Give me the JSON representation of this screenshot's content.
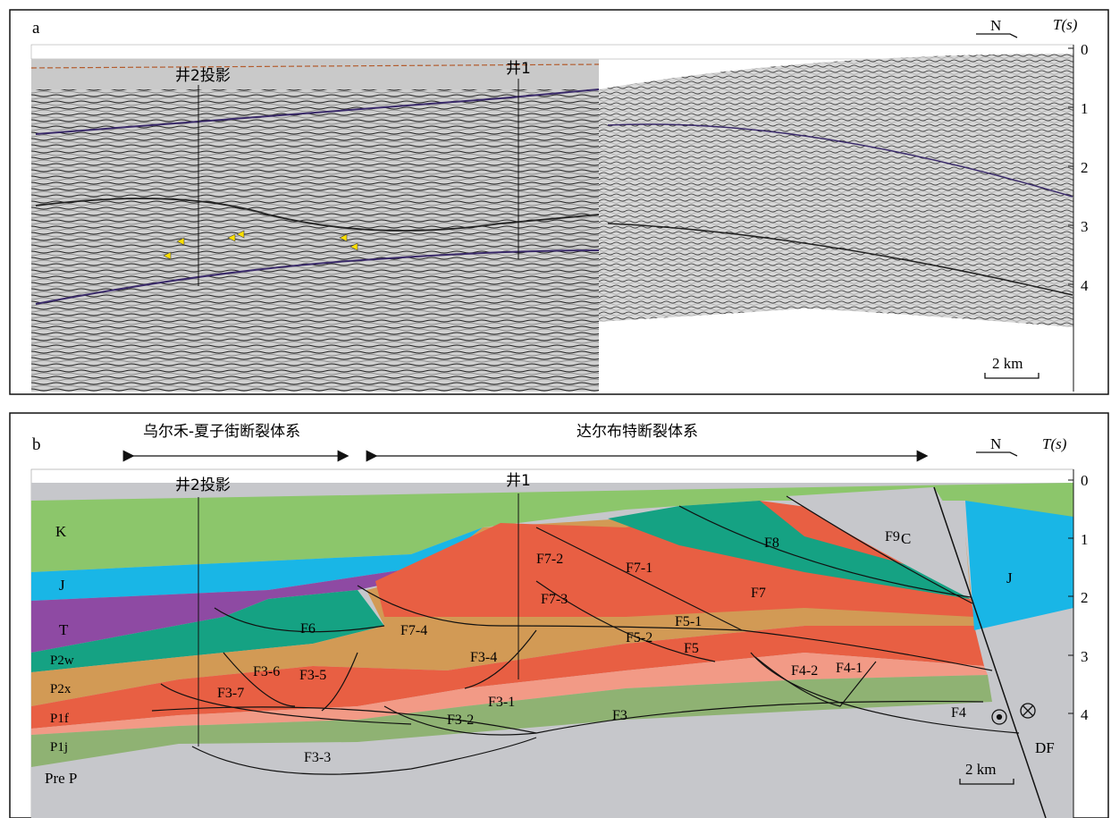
{
  "panel_a": {
    "label": "a",
    "well2_projection": "井2投影",
    "well1": "井1",
    "north": "N",
    "axis_title": "T(s)",
    "ticks": [
      "0",
      "1",
      "2",
      "3",
      "4"
    ],
    "scale_bar": "2 km"
  },
  "panel_b": {
    "label": "b",
    "system_left": "乌尔禾-夏子街断裂体系",
    "system_right": "达尔布特断裂体系",
    "well2_projection": "井2投影",
    "well1": "井1",
    "north": "N",
    "axis_title": "T(s)",
    "ticks": [
      "0",
      "1",
      "2",
      "3",
      "4"
    ],
    "scale_bar": "2 km",
    "strata_labels": {
      "K": "K",
      "J_left": "J",
      "T": "T",
      "P2w": "P2w",
      "P2x": "P2x",
      "P1f": "P1f",
      "P1j": "P1j",
      "PreP": "Pre P",
      "C": "C",
      "J_right": "J"
    },
    "faults": [
      "F9",
      "F8",
      "F7-2",
      "F7-1",
      "F7-4",
      "F7-3",
      "F7",
      "F6",
      "F5-1",
      "F5-2",
      "F5",
      "F3-4",
      "F4-2",
      "F4-1",
      "F3-6",
      "F3-5",
      "F3-7",
      "F3-1",
      "F3",
      "F3-2",
      "F4",
      "F3-3"
    ],
    "major_fault": "DF",
    "colors": {
      "K": "#8cc66b",
      "J": "#19b6e6",
      "T": "#8e4aa3",
      "P2w": "#15a283",
      "P2x": "#d29a55",
      "P1f_dark": "#e85f43",
      "P1f_light": "#f29a86",
      "P1j": "#8fb273",
      "PreP": "#c6c7cb"
    }
  }
}
